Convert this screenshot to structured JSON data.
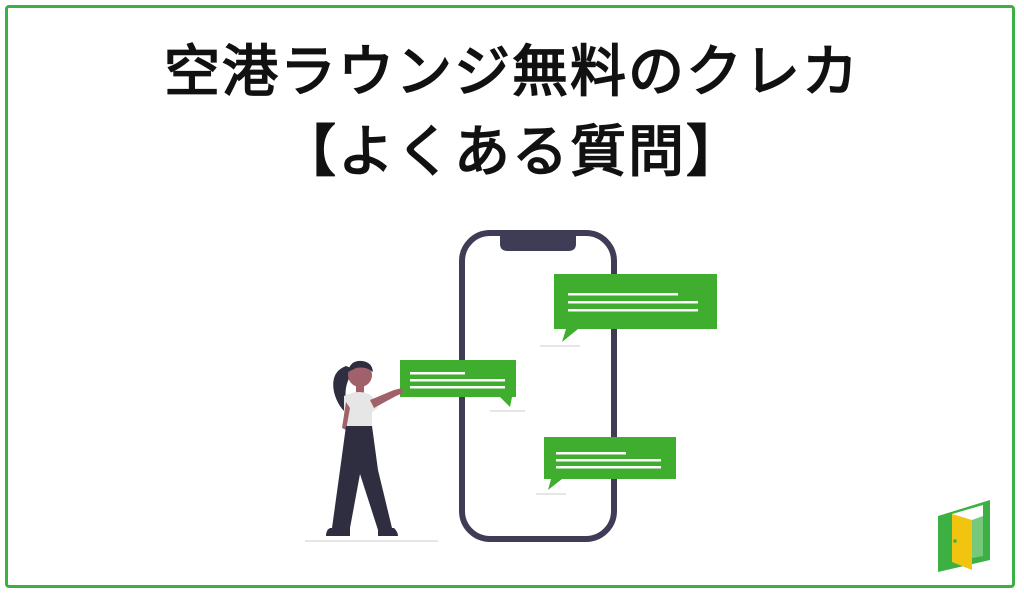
{
  "heading": {
    "line1": "空港ラウンジ無料のクレカ",
    "line2": "【よくある質問】"
  },
  "colors": {
    "accent": "#3cb043",
    "bubble": "#3fae2e",
    "phone_outline": "#3f3d56",
    "figure_dark": "#2f2e41",
    "skin": "#a0616a",
    "text": "#111111"
  },
  "illustration": {
    "subject": "woman-pointing-at-smartphone-with-chat-bubbles",
    "logo_icon": "door-logo-icon"
  }
}
